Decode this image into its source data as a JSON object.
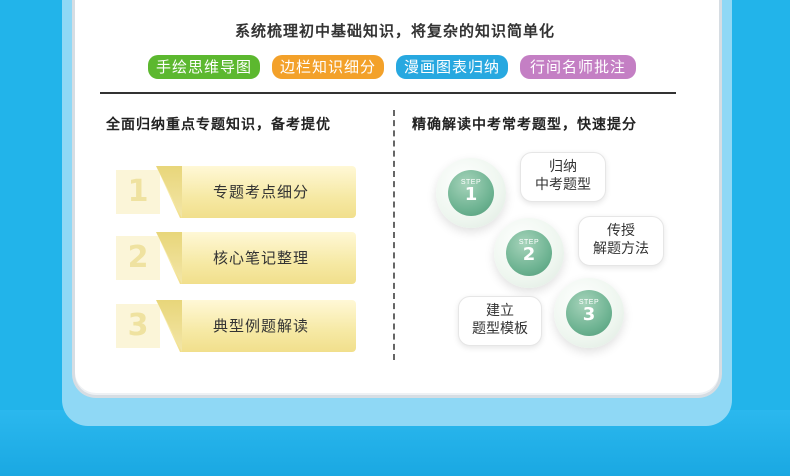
{
  "headline": "系统梳理初中基础知识，将复杂的知识简单化",
  "tags": [
    {
      "label": "手绘思维导图",
      "color": "#5cb82f"
    },
    {
      "label": "边栏知识细分",
      "color": "#f3a12a"
    },
    {
      "label": "漫画图表归纳",
      "color": "#27a8e0"
    },
    {
      "label": "行间名师批注",
      "color": "#c47fc4"
    }
  ],
  "left": {
    "title": "全面归纳重点专题知识，备考提优",
    "items": [
      {
        "num": "1",
        "label": "专题考点细分"
      },
      {
        "num": "2",
        "label": "核心笔记整理"
      },
      {
        "num": "3",
        "label": "典型例题解读"
      }
    ]
  },
  "right": {
    "title": "精确解读中考常考题型，快速提分",
    "steps": [
      {
        "word": "STEP",
        "num": "1",
        "line1": "归纳",
        "line2": "中考题型"
      },
      {
        "word": "STEP",
        "num": "2",
        "line1": "传授",
        "line2": "解题方法"
      },
      {
        "word": "STEP",
        "num": "3",
        "line1": "建立",
        "line2": "题型模板"
      }
    ]
  },
  "colors": {
    "background": "#22b4ea",
    "panel": "#8fd8f5",
    "step_green": "#6fb493",
    "ribbon_yellow": "#f6e9a4"
  }
}
